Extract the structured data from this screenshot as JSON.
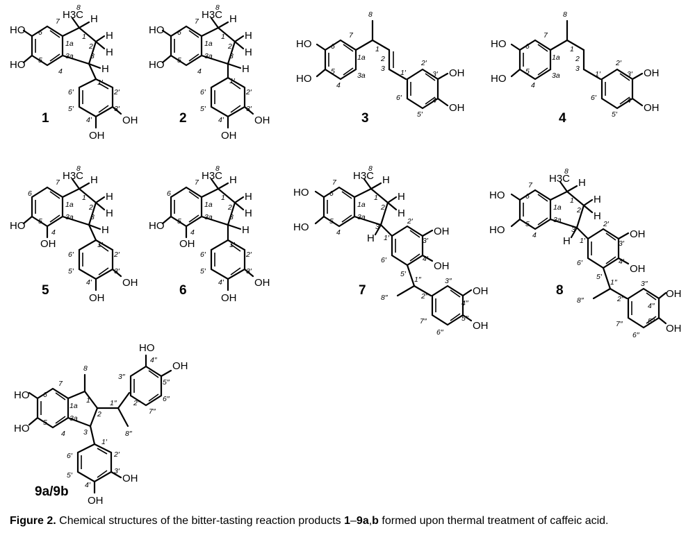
{
  "caption": {
    "label": "Figure 2.",
    "text_before": "Chemical structures of the bitter-tasting reaction products ",
    "bold_1": "1",
    "dash": "–",
    "bold_2": "9a",
    "comma": ",",
    "bold_3": "b",
    "text_after": " formed upon thermal treatment of caffeic acid."
  },
  "compounds": [
    "1",
    "2",
    "3",
    "4",
    "5",
    "6",
    "7",
    "8",
    "9a/9b"
  ],
  "atom_labels": {
    "oh": "OH",
    "ho": "HO",
    "h": "H",
    "h3c": "H3C"
  },
  "position_numbers": {
    "indane": [
      "1",
      "2",
      "3",
      "3a",
      "4",
      "5",
      "6",
      "7",
      "1a",
      "8"
    ],
    "aryl": [
      "1′",
      "2′",
      "3′",
      "4′",
      "5′",
      "6′"
    ],
    "second_aryl": [
      "1′′",
      "2′′",
      "3′′",
      "4′′",
      "5′′",
      "6′′",
      "7′′",
      "8′′"
    ]
  }
}
